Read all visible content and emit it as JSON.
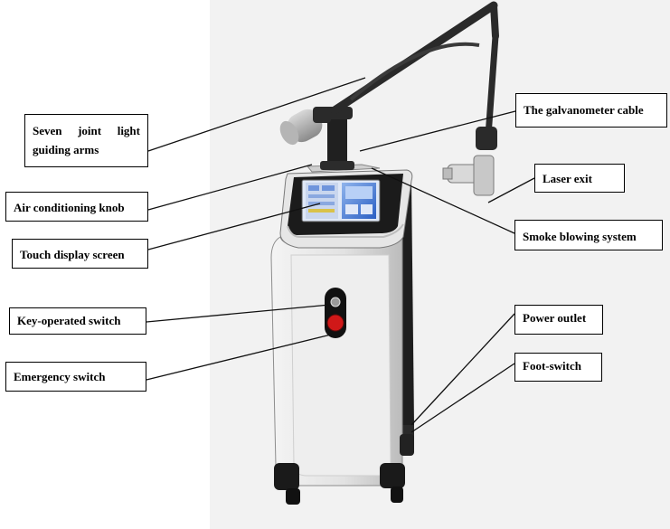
{
  "labels": {
    "seven_joint_line1": "Seven joint light",
    "seven_joint_line2": "guiding arms",
    "air_conditioning_knob": "Air conditioning knob",
    "touch_display_screen": "Touch display screen",
    "key_operated_switch": "Key-operated switch",
    "emergency_switch": "Emergency switch",
    "galvanometer_cable": "The galvanometer cable",
    "laser_exit": "Laser exit",
    "smoke_blowing_system": "Smoke blowing system",
    "power_outlet": "Power outlet",
    "foot_switch": "Foot-switch"
  },
  "colors": {
    "background_panel": "#f2f2f2",
    "machine_body": "#e9e9e9",
    "machine_dark": "#1a1a1a",
    "screen_blue": "#3b6fd0",
    "emergency_red": "#d01818"
  }
}
